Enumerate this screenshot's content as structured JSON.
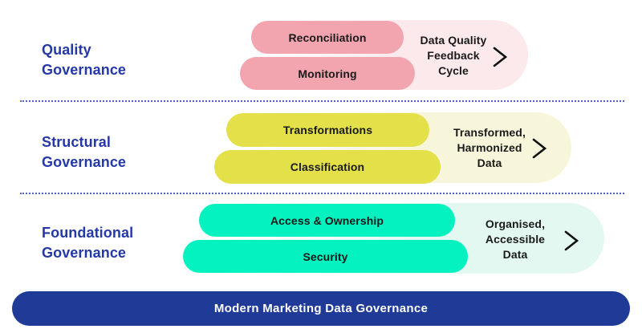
{
  "label_color": "#2438A8",
  "divider_color": "#5661C1",
  "rows": [
    {
      "name": "Quality Governance",
      "label_lines": [
        "Quality",
        "Governance"
      ],
      "pills": [
        "Reconciliation",
        "Monitoring"
      ],
      "output_lines": [
        "Data Quality",
        "Feedback",
        "Cycle"
      ],
      "pill_color": "#F2A4AF",
      "track_tint": "#FBE9EC",
      "arrow_icon": "chevron-right"
    },
    {
      "name": "Structural Governance",
      "label_lines": [
        "Structural",
        "Governance"
      ],
      "pills": [
        "Transformations",
        "Classification"
      ],
      "output_lines": [
        "Transformed,",
        "Harmonized",
        "Data"
      ],
      "pill_color": "#E3E04A",
      "track_tint": "#F8F6DA",
      "arrow_icon": "chevron-right"
    },
    {
      "name": "Foundational Governance",
      "label_lines": [
        "Foundational",
        "Governance"
      ],
      "pills": [
        "Access & Ownership",
        "Security"
      ],
      "output_lines": [
        "Organised,",
        "Accessible",
        "Data"
      ],
      "pill_color": "#04F2BF",
      "track_tint": "#E2F8F0",
      "arrow_icon": "chevron-right"
    }
  ],
  "title_bar": {
    "label": "Modern Marketing Data Governance",
    "bg_color": "#1F3B97",
    "text_color": "#FFFFFF"
  }
}
